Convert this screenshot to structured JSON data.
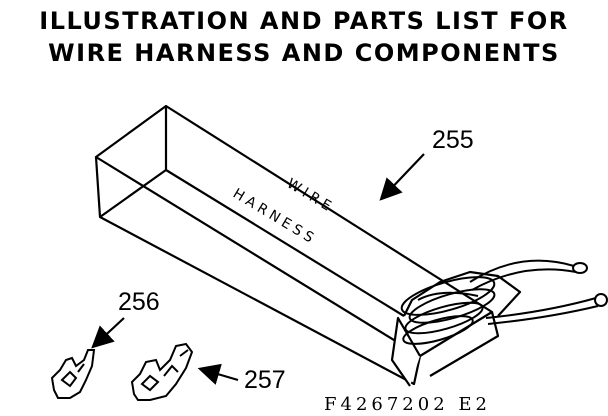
{
  "title": {
    "line1": "ILLUSTRATION AND PARTS LIST FOR",
    "line2": "WIRE HARNESS AND COMPONENTS"
  },
  "box": {
    "label_line1": "WIRE",
    "label_line2": "HARNESS"
  },
  "parts": {
    "p255": "255",
    "p256": "256",
    "p257": "257"
  },
  "figure_code": "F4267202 E2"
}
